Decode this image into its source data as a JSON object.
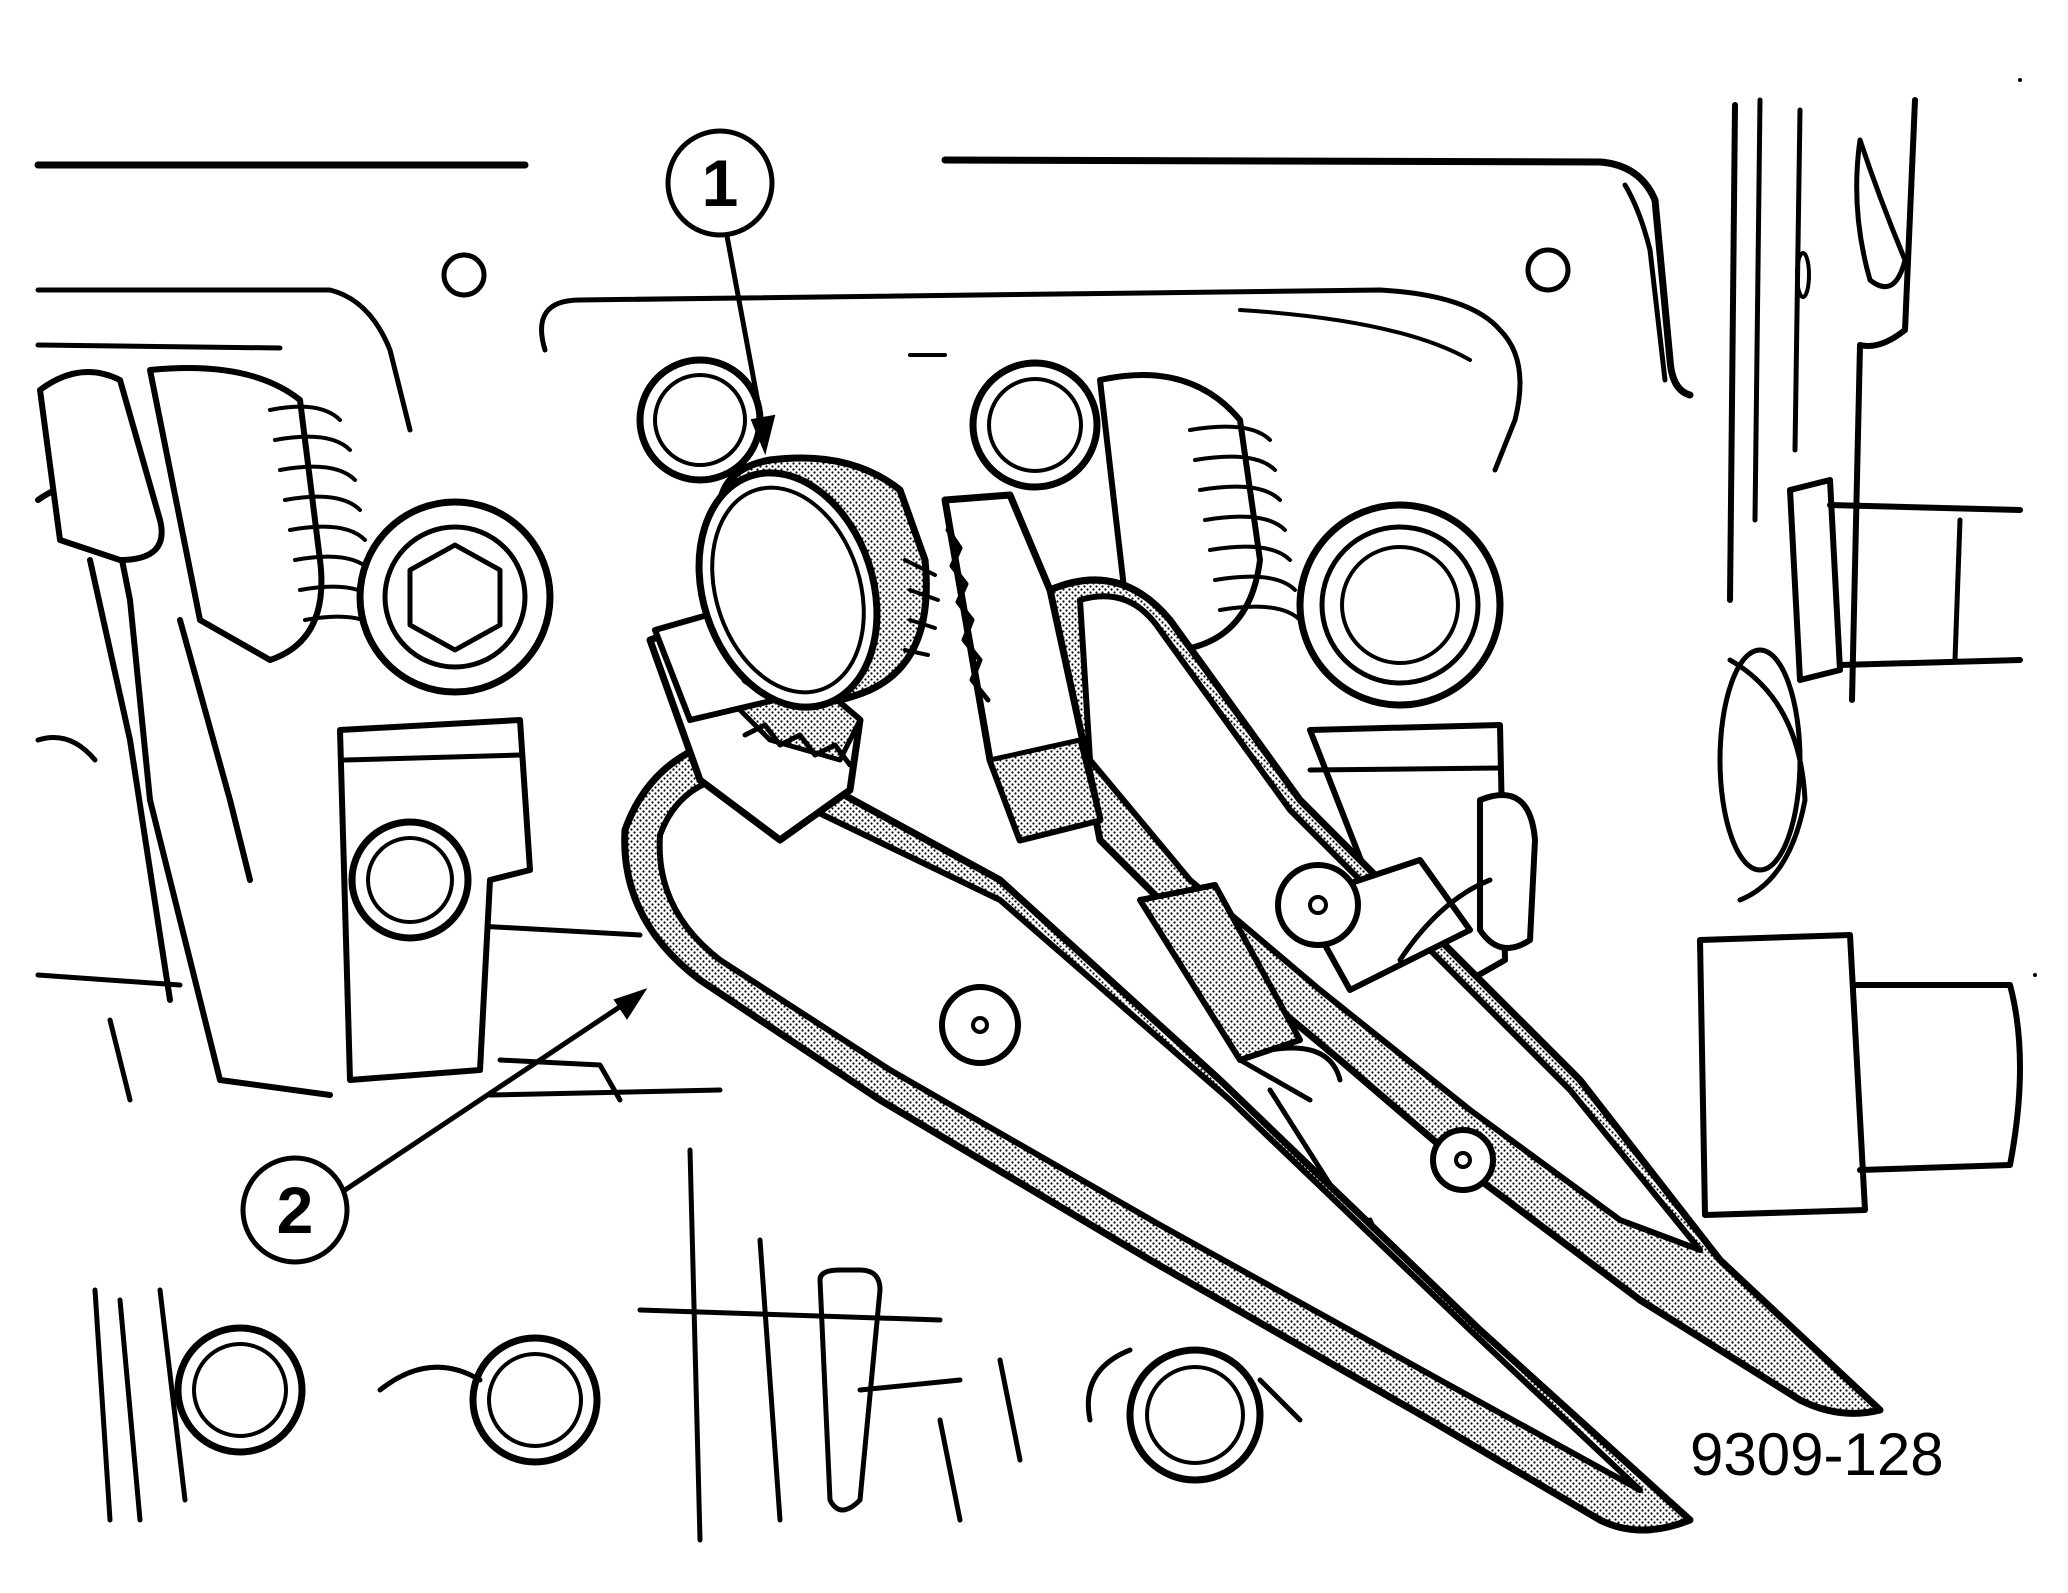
{
  "figure": {
    "callouts": [
      {
        "id": "1",
        "label": "1"
      },
      {
        "id": "2",
        "label": "2"
      }
    ],
    "figure_code": "9309-128",
    "style": {
      "ink_color": "#000000",
      "paper_color": "#ffffff"
    }
  }
}
